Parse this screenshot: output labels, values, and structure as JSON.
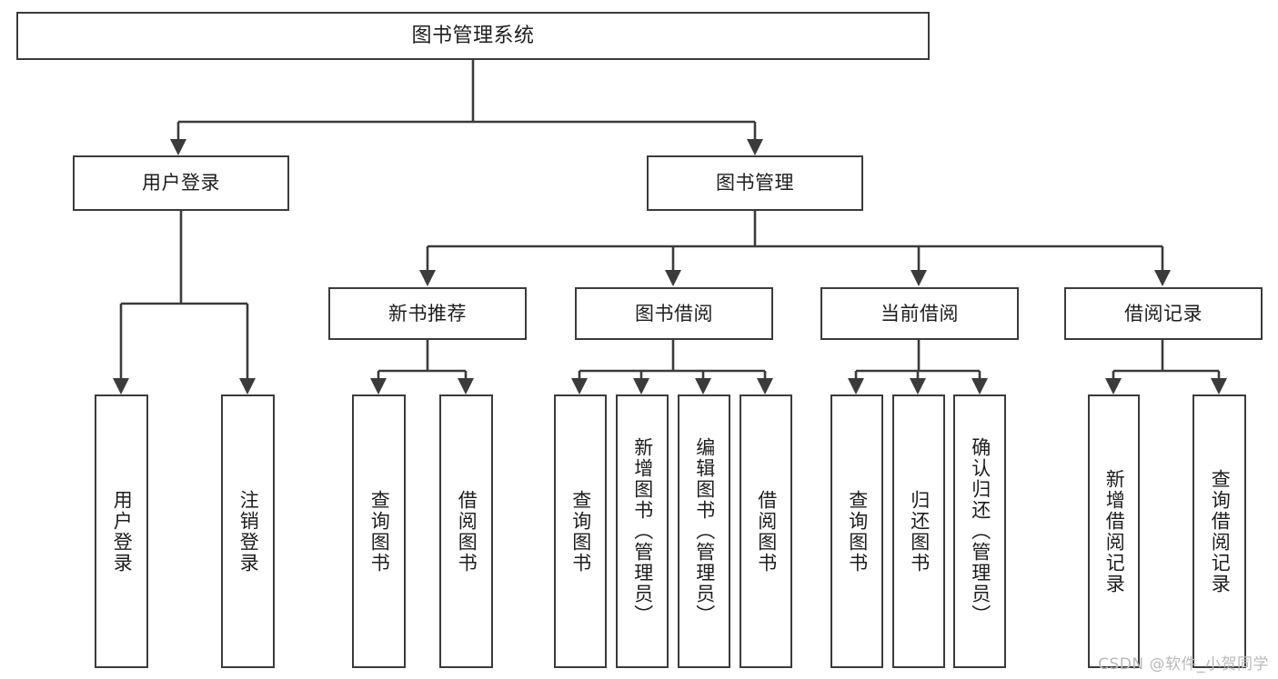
{
  "diagram": {
    "title": "图书管理系统",
    "watermark": "CSDN @软件_小贺同学",
    "edge_color": "#3b3b3b",
    "box_border_color": "#3b3b3b",
    "background_color": "#ffffff",
    "text_color": "#1d1d1d",
    "levels": {
      "root": "图书管理系统",
      "level1": [
        "用户登录",
        "图书管理"
      ],
      "level2": [
        "新书推荐",
        "图书借阅",
        "当前借阅",
        "借阅记录"
      ]
    },
    "nodes": {
      "root": {
        "label": "图书管理系统"
      },
      "user_login": {
        "label": "用户登录"
      },
      "book_manage": {
        "label": "图书管理"
      },
      "new_book_rec": {
        "label": "新书推荐"
      },
      "book_borrow": {
        "label": "图书借阅"
      },
      "current_borrow": {
        "label": "当前借阅"
      },
      "borrow_record": {
        "label": "借阅记录"
      },
      "leaf_user_login": {
        "label": "用户登录"
      },
      "leaf_logout": {
        "label": "注销登录"
      },
      "leaf_query_book_1": {
        "label": "查询图书"
      },
      "leaf_borrow_book_1": {
        "label": "借阅图书"
      },
      "leaf_query_book_2": {
        "label": "查询图书"
      },
      "leaf_add_book_admin": {
        "label": "新增图书（管理员）"
      },
      "leaf_edit_book_admin": {
        "label": "编辑图书（管理员）"
      },
      "leaf_borrow_book_2": {
        "label": "借阅图书"
      },
      "leaf_query_book_3": {
        "label": "查询图书"
      },
      "leaf_return_book": {
        "label": "归还图书"
      },
      "leaf_confirm_return_admin": {
        "label": "确认归还（管理员）"
      },
      "leaf_add_borrow_record": {
        "label": "新增借阅记录"
      },
      "leaf_query_borrow_record": {
        "label": "查询借阅记录"
      }
    }
  }
}
